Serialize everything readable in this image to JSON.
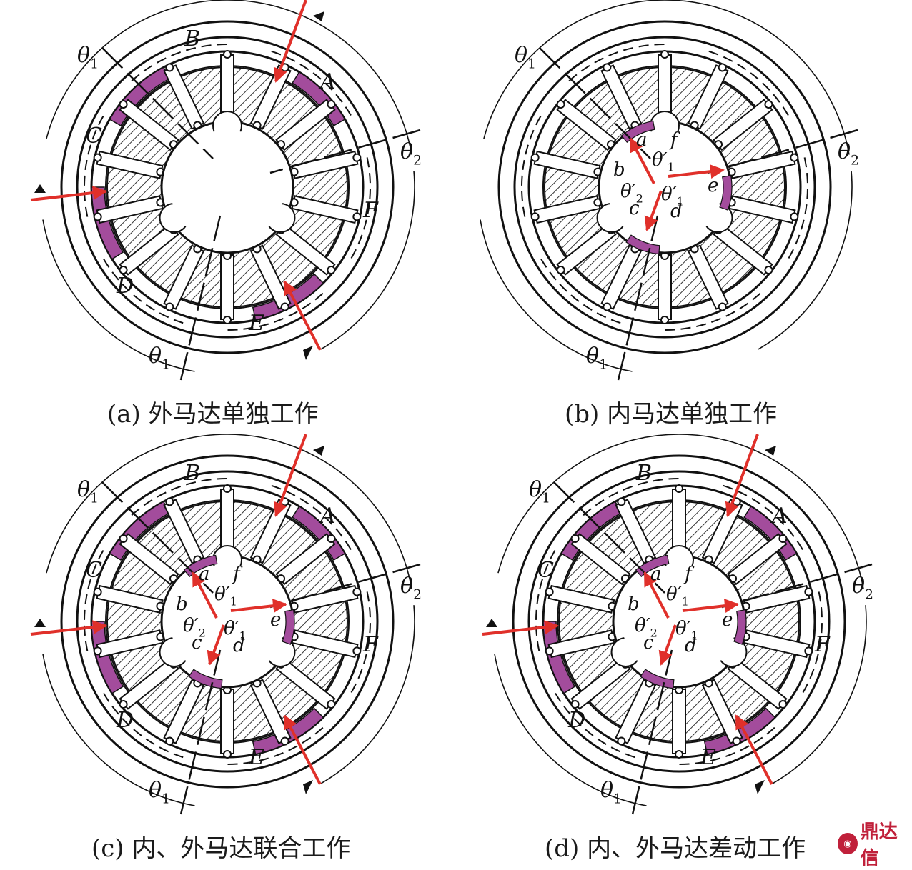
{
  "captions": {
    "a": "(a) 外马达单独工作",
    "b": "(b) 内马达单独工作",
    "c": "(c) 内、外马达联合工作",
    "d": "(d) 内、外马达差动工作"
  },
  "watermark": "鼎达信",
  "colors": {
    "port": "#a34c9c",
    "arrow": "#e0302a",
    "line": "#111111",
    "hatch": "#333333"
  },
  "outer_port_labels": [
    "A",
    "B",
    "C",
    "D",
    "E",
    "F"
  ],
  "inner_port_labels": [
    "a",
    "b",
    "c",
    "d",
    "e",
    "f"
  ],
  "angle_labels": {
    "outer_1": "θ1",
    "outer_2": "θ2",
    "inner_1": "θ′1",
    "inner_2": "θ′2"
  },
  "panels": [
    {
      "id": "a",
      "outer_ports": true,
      "inner_ports": false
    },
    {
      "id": "b",
      "outer_ports": false,
      "inner_ports": true
    },
    {
      "id": "c",
      "outer_ports": true,
      "inner_ports": true
    },
    {
      "id": "d",
      "outer_ports": true,
      "inner_ports": true
    }
  ]
}
